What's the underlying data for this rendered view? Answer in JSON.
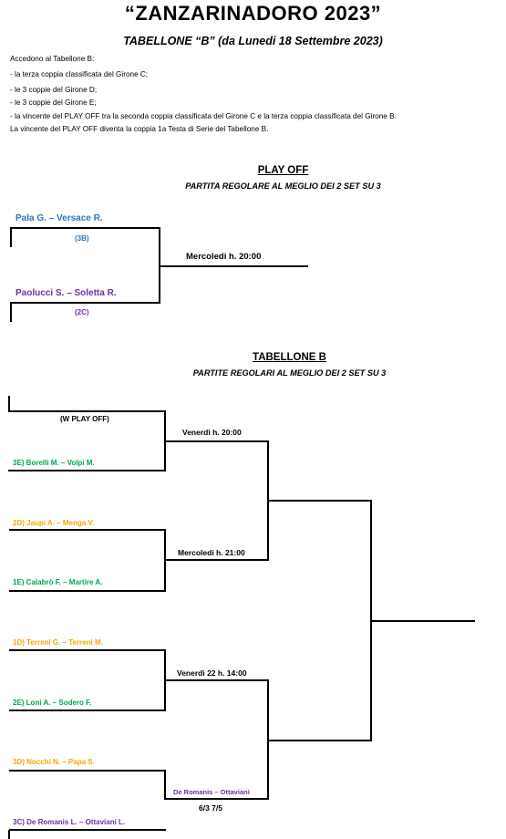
{
  "header": {
    "title": "“ZANZARINADORO   2023”",
    "subtitle": "TABELLONE “B” (da Lunedi 18 Settembre 2023)"
  },
  "intro": [
    "Accedono al Tabellone B:",
    "- la terza coppia classificata del Girone C;",
    "- le 3 coppie del Girone D;",
    "- le 3 coppie del Girone E;",
    "- la vincente del PLAY OFF tra la seconda coppia classificata del Girone C e la terza coppia classificata del Girone B.",
    "La vincente del PLAY OFF diventa la coppia 1a Testa di Serie del Tabellone B."
  ],
  "playoff": {
    "title": "PLAY OFF",
    "subtitle": "PARTITA REGOLARE AL MEGLIO DEI 2 SET SU 3",
    "pair1": "Pala G. – Versace R.",
    "pair1_seed": "(3B)",
    "pair2": "Paolucci S. – Soletta R.",
    "pair2_seed": "(2C)",
    "schedule": "Mercoledi h. 20:00",
    "colors": {
      "pair1": "#2e75b6",
      "pair2": "#7030a0"
    }
  },
  "tabellone": {
    "title": "TABELLONE B",
    "subtitle": "PARTITE REGOLARI AL MEGLIO DEI 2 SET SU 3",
    "slots": [
      {
        "label": "(W PLAY OFF)",
        "color": "#000000"
      },
      {
        "label": "3E) Borelli M. – Volpi M.",
        "color": "#00a651"
      },
      {
        "label": "2D) Jaupi A. – Menga V.",
        "color": "#f5a800"
      },
      {
        "label": "1E) Calabrò F. – Martire A.",
        "color": "#00a651"
      },
      {
        "label": "1D) Terreni G. – Terreni M.",
        "color": "#f5a800"
      },
      {
        "label": "2E) Loni A. – Sodero F.",
        "color": "#00a651"
      },
      {
        "label": "3D) Nocchi N. – Papa S.",
        "color": "#f5a800"
      },
      {
        "label": "3C) De Romanis L. – Ottaviani L.",
        "color": "#7030a0"
      }
    ],
    "match_schedules": [
      "Venerdì h. 20:00",
      "Mercoledi h. 21:00",
      "Venerdì 22 h. 14:00"
    ],
    "result": {
      "winner": "De Romanis – Ottaviani",
      "score": "6/3 7/5"
    }
  }
}
